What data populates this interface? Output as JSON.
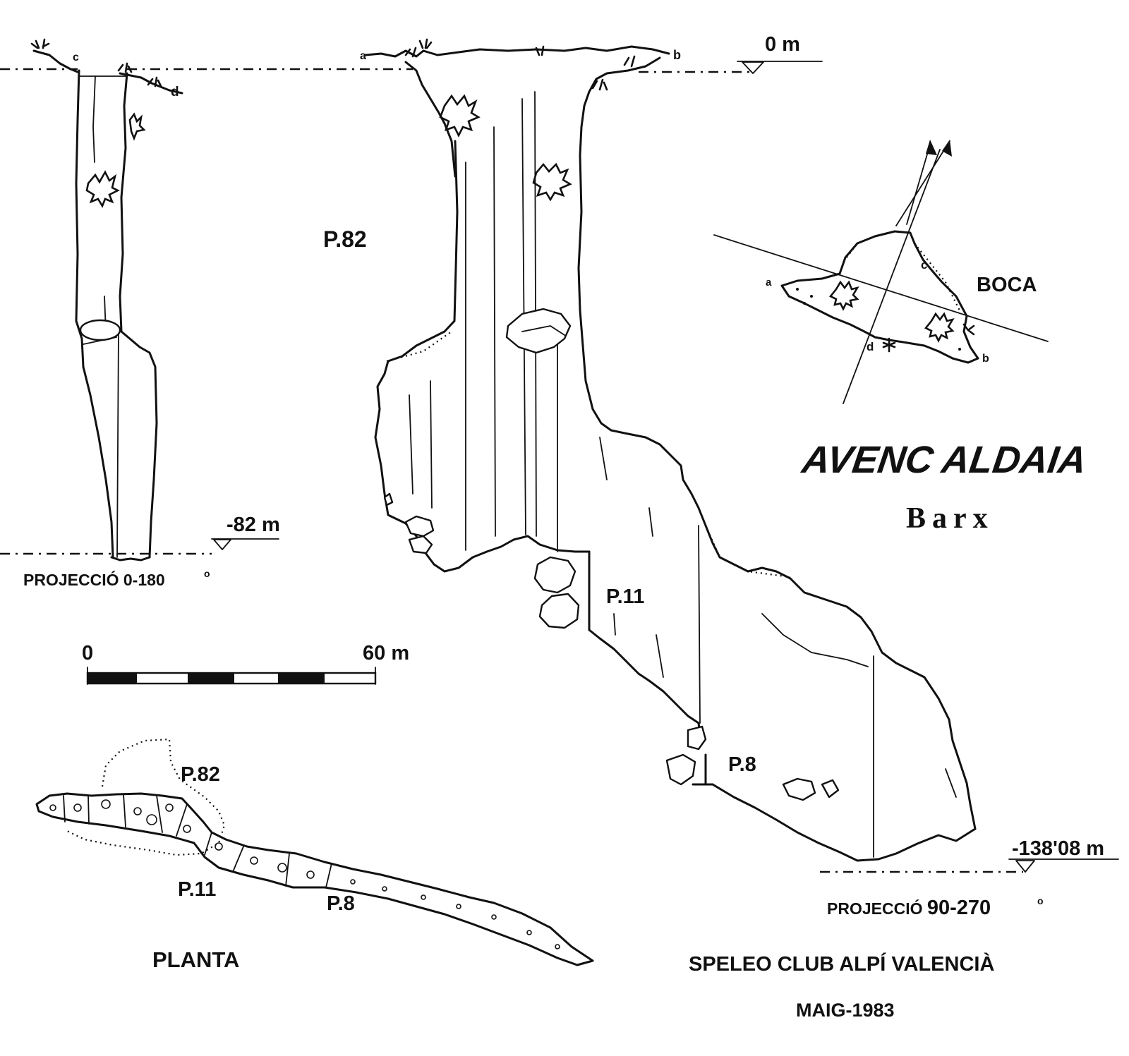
{
  "title": "AVENC ALDAIA",
  "subtitle": "Barx",
  "author": "SPELEO CLUB ALPÍ VALENCIÀ",
  "date": "MAIG-1983",
  "datum_label": "0 m",
  "section_a": {
    "projection_label": "PROJECCIÓ 0-180",
    "degree_symbol": "o",
    "depth_label": "-82 m",
    "station_c": "c",
    "station_d": "d"
  },
  "section_b": {
    "projection_label": "PROJECCIÓ",
    "projection_value": "90-270",
    "degree_symbol": "o",
    "depth_label": "-138'08 m",
    "pitch_main": "P.82",
    "pitch_2": "P.11",
    "pitch_3": "P.8",
    "station_a": "a",
    "station_b": "b"
  },
  "boca": {
    "label": "BOCA",
    "station_a": "a",
    "station_b": "b",
    "station_c": "c",
    "station_d": "d"
  },
  "plan": {
    "label": "PLANTA",
    "pitch_main": "P.82",
    "pitch_2": "P.11",
    "pitch_3": "P.8"
  },
  "scale": {
    "start_label": "0",
    "end_label": "60 m"
  }
}
